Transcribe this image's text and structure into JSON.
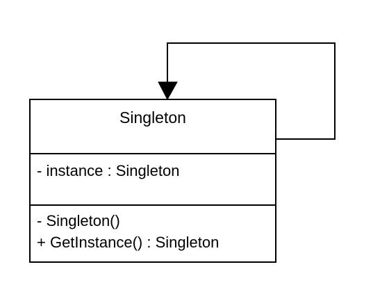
{
  "uml_class": {
    "name": "Singleton",
    "attributes": [
      "- instance : Singleton"
    ],
    "operations": [
      "- Singleton()",
      "+ GetInstance() : Singleton"
    ]
  },
  "self_association": {
    "arrowhead": "filled-triangle",
    "line_color": "#000000"
  }
}
